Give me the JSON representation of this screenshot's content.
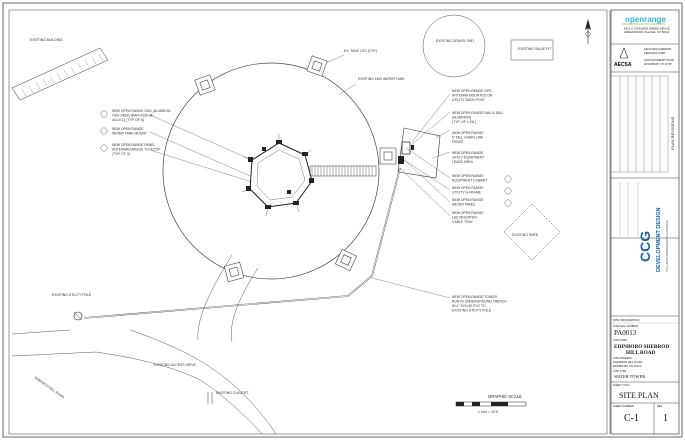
{
  "brand": {
    "logo_text": "openrange",
    "address_line1": "6312 S. FIDDLERS GREEN CIRCLE",
    "address_line2": "GREENWOOD VILLAGE, CO 80111",
    "accent": "#2fb3d6",
    "accent2": "#8cc63f"
  },
  "consultant": {
    "logo_text": "AECSA",
    "notes": [
      "AECSA/ENGINEERING",
      "SERVICES CORP.",
      "1000 WOODBURY ROAD",
      "WOODBURY, NY 11797"
    ]
  },
  "revisions": {
    "title": "PLAN REVISIONS",
    "rows": 10
  },
  "cdg": {
    "mark": "CCG",
    "name": "DEVELOPMENT DESIGN",
    "sub": "COLLIERS ENGINEERING & DESIGN",
    "color_blue": "#1f5fa8",
    "color_green": "#8cc63f"
  },
  "site_info": {
    "section_label": "SITE INFORMATION",
    "number_label": "SITE/CELL NUMBER:",
    "number": "PA0013",
    "name_label": "SITE NAME:",
    "name_line1": "EDINBORO SHERROD",
    "name_line2": "HILL ROAD",
    "address_label": "SITE ADDRESS:",
    "address_line1": "SHERROD HILL ROAD",
    "address_line2": "EDINBORO, PA 16412",
    "type_label": "SITE TYPE:",
    "type": "WATER TOWER"
  },
  "sheet": {
    "title_label": "SHEET TITLE",
    "title": "SITE PLAN",
    "number_label": "SHEET NUMBER",
    "number": "C-1",
    "rev_label": "REV",
    "rev": "1"
  },
  "plan": {
    "existing_building": "EXISTING BUILDING",
    "existing_gravel_pad": "EXISTING GRAVEL PAD",
    "existing_valve_pit": "EXISTING VALVE PIT",
    "existing_water_tank": "EXISTING 1MG WATER TANK",
    "existing_tank_leg": "EX. TANK LEG (TYP.)",
    "existing_shed": "EXISTING SHED",
    "existing_access_drive": "EXISTING ACCESS DRIVE",
    "existing_utility_pole": "EXISTING UTILITY POLE",
    "sherrod_hill_road": "SHERROD HILL ROAD",
    "existing_culvert": "EXISTING CULVERT",
    "graphic_scale": "GRAPHIC SCALE",
    "scale_text": "1 inch = 30 ft.",
    "callouts_left": [
      {
        "lines": [
          "NEW OPEN RANGE OSU (ALVARION",
          "OSU-24BZ) (RAN-0339-3E-",
          "4x2-9-C) (TYP. OF 6)"
        ]
      },
      {
        "lines": [
          "NEW OPEN RANGE",
          "WATER TANK MOUNT"
        ]
      },
      {
        "lines": [
          "NEW OPEN RANGE PANEL",
          "ANTENNAS ARGUS TLPX272F",
          "(TYP. OF 3)"
        ]
      }
    ],
    "callouts_right": [
      {
        "lines": [
          "NEW OPEN RANGE GPS",
          "ANTENNA MOUNTED ON",
          "UTILITY BACK POST"
        ]
      },
      {
        "lines": [
          "NEW OPEN RANGE NAU & DAU",
          "(ALVARION)",
          "(TYP. OF 1 EA.)"
        ]
      },
      {
        "lines": [
          "NEW OPEN RANGE",
          "6' TALL CHAIN-LINK",
          "FENCE"
        ]
      },
      {
        "lines": [
          "NEW OPEN RANGE",
          "10'X10' EQUIPMENT",
          "LEASE AREA"
        ]
      },
      {
        "lines": [
          "NEW OPEN RANGE",
          "EQUIPMENT CABINET"
        ]
      },
      {
        "lines": [
          "NEW OPEN RANGE",
          "UTILITY H-FRAME"
        ]
      },
      {
        "lines": [
          "NEW OPEN RANGE",
          "METER PANEL"
        ]
      },
      {
        "lines": [
          "NEW OPEN RANGE",
          "LED MOUNTED",
          "CABLE TRAY"
        ]
      }
    ],
    "callout_trench": [
      "NEW OPEN RANGE TOWER",
      "RUN IN UNDERGROUND TRENCH",
      "IN 4\" SCH 80 PVC TO",
      "EXISTING UTILITY POLE"
    ]
  }
}
